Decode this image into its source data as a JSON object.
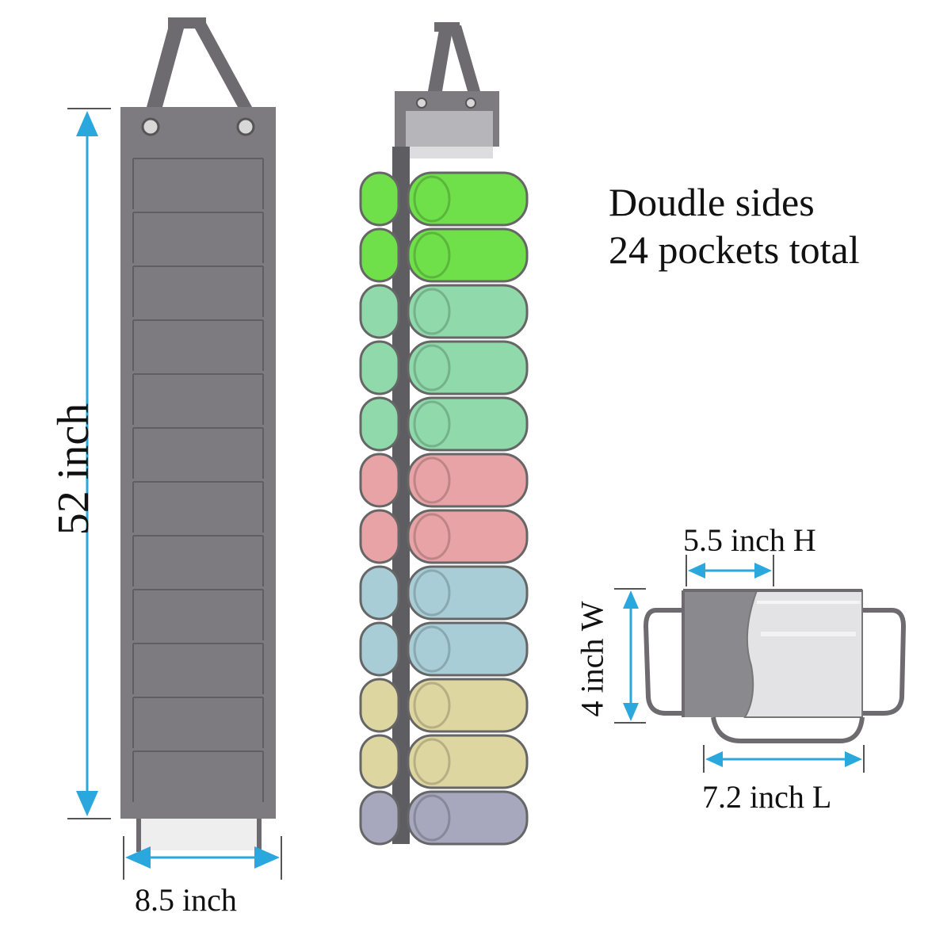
{
  "description_lines": [
    "Doudle sides",
    "24 pockets total"
  ],
  "dimensions": {
    "height": "52 inch",
    "width": "8.5 inch",
    "pocket_height": "5.5 inch H",
    "pocket_width": "4 inch W",
    "pocket_length": "7.2 inch L"
  },
  "colors": {
    "organizer_gray": "#7d7b80",
    "arrow_blue": "#2aa7dc",
    "towel_green_bright": "#6fe04a",
    "towel_mint": "#8fd9ab",
    "towel_pink": "#e8a3a6",
    "towel_blue": "#a9cdd6",
    "towel_yellow": "#ded6a1",
    "towel_lavender": "#a7a7be"
  },
  "towel_rows": [
    "green",
    "green",
    "mint",
    "mint",
    "mint",
    "pink",
    "pink",
    "blue",
    "blue",
    "yellow",
    "yellow",
    "lavender"
  ]
}
